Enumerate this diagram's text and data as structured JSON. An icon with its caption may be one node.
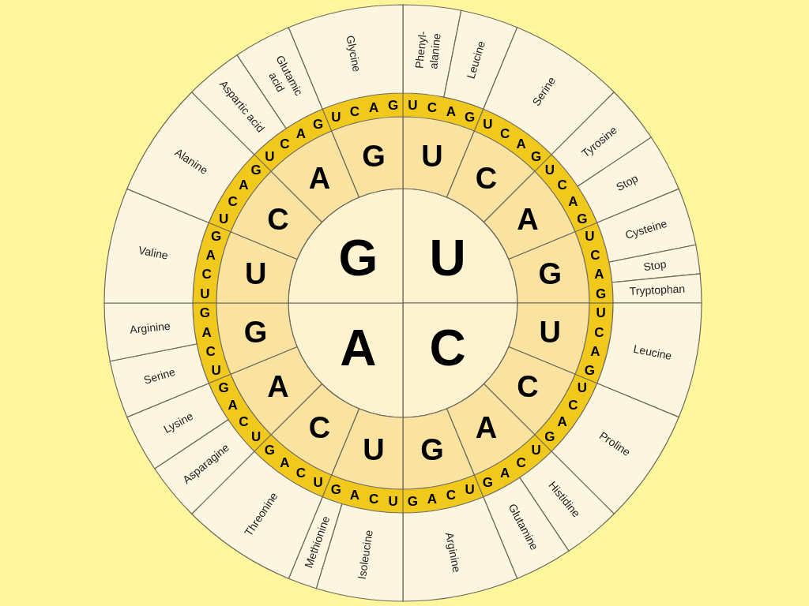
{
  "diagram": {
    "nodes": [
      {
        "text": [
          "U"
        ]
      },
      {
        "text": [
          "C"
        ]
      },
      {
        "text": [
          "A"
        ]
      },
      {
        "text": [
          "G"
        ]
      },
      {
        "text": [
          "U"
        ]
      },
      {
        "text": [
          "C"
        ]
      },
      {
        "text": [
          "A"
        ]
      },
      {
        "text": [
          "G"
        ]
      },
      {
        "text": [
          "U"
        ]
      },
      {
        "text": [
          "C"
        ]
      },
      {
        "text": [
          "A"
        ]
      },
      {
        "text": [
          "G"
        ]
      },
      {
        "text": [
          "U"
        ]
      },
      {
        "text": [
          "C"
        ]
      },
      {
        "text": [
          "A"
        ]
      },
      {
        "text": [
          "G"
        ]
      },
      {
        "text": [
          "U"
        ]
      },
      {
        "text": [
          "C"
        ]
      },
      {
        "text": [
          "A"
        ]
      },
      {
        "text": [
          "G"
        ]
      },
      {
        "text": [
          "Phenyl- alanine"
        ]
      },
      {
        "text": [
          "Leucine"
        ]
      },
      {
        "text": [
          "Serine"
        ]
      },
      {
        "text": [
          "Tyrosine"
        ]
      },
      {
        "text": [
          "Stop"
        ]
      },
      {
        "text": [
          "Cysteine"
        ]
      },
      {
        "text": [
          "Stop"
        ]
      },
      {
        "text": [
          "Tryptophan"
        ]
      },
      {
        "text": [
          "Leucine"
        ]
      },
      {
        "text": [
          "Proline"
        ]
      },
      {
        "text": [
          "Histidine"
        ]
      },
      {
        "text": [
          "Glutamine"
        ]
      },
      {
        "text": [
          "Arginine"
        ]
      },
      {
        "text": [
          "Isoleucine"
        ]
      },
      {
        "text": [
          "Methionine"
        ]
      },
      {
        "text": [
          "Threonine"
        ]
      },
      {
        "text": [
          "Asparagine"
        ]
      },
      {
        "text": [
          "Lysine"
        ]
      },
      {
        "text": [
          "Serine"
        ]
      },
      {
        "text": [
          "Arginine"
        ]
      },
      {
        "text": [
          "Valine"
        ]
      },
      {
        "text": [
          "Alanine"
        ]
      },
      {
        "text": [
          "Aspartic acid"
        ]
      },
      {
        "text": [
          "Glutamic acid"
        ]
      },
      {
        "text": [
          "Glycine"
        ]
      }
    ],
    "labels": [
      "U",
      "C",
      "A",
      "G",
      "U",
      "C",
      "A",
      "G",
      "U",
      "C",
      "A",
      "G",
      "U",
      "C",
      "A",
      "G",
      "U",
      "C",
      "A",
      "G",
      "U",
      "C",
      "A",
      "G",
      "U",
      "C",
      "A",
      "G",
      "U",
      "C",
      "A",
      "G",
      "U",
      "C",
      "A",
      "G",
      "U",
      "C",
      "A",
      "G",
      "U",
      "C",
      "A",
      "G",
      "U",
      "C",
      "A",
      "G",
      "U",
      "C",
      "A",
      "G",
      "U",
      "C",
      "A",
      "G",
      "U",
      "C",
      "A",
      "G",
      "U",
      "C",
      "A",
      "G"
    ]
  }
}
